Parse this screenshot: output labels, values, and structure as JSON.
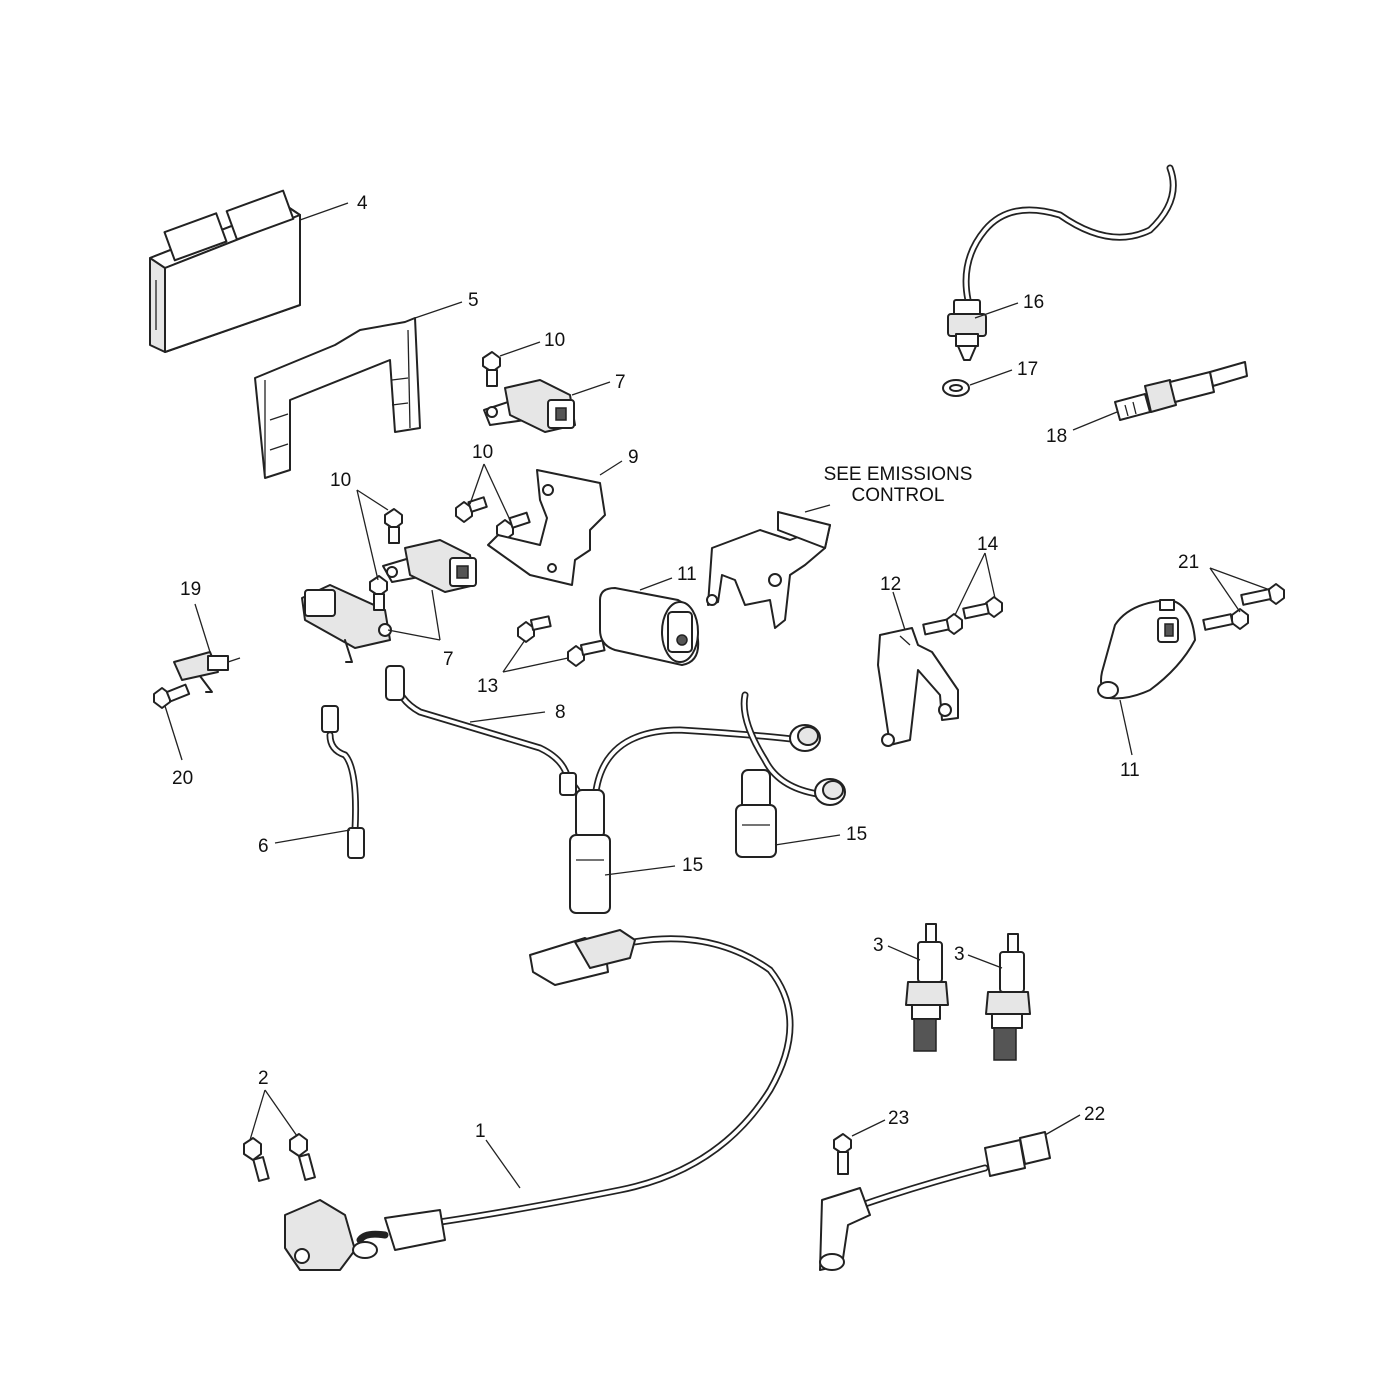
{
  "callouts": {
    "c1": "1",
    "c2": "2",
    "c3a": "3",
    "c3b": "3",
    "c4": "4",
    "c5": "5",
    "c6": "6",
    "c7a": "7",
    "c7b": "7",
    "c8": "8",
    "c9": "9",
    "c10a": "10",
    "c10b": "10",
    "c10c": "10",
    "c11a": "11",
    "c11b": "11",
    "c12": "12",
    "c13": "13",
    "c14": "14",
    "c15a": "15",
    "c15b": "15",
    "c16": "16",
    "c17": "17",
    "c18": "18",
    "c19": "19",
    "c20": "20",
    "c21": "21",
    "c22": "22",
    "c23": "23"
  },
  "note": {
    "line1": "SEE EMISSIONS",
    "line2": "CONTROL"
  }
}
